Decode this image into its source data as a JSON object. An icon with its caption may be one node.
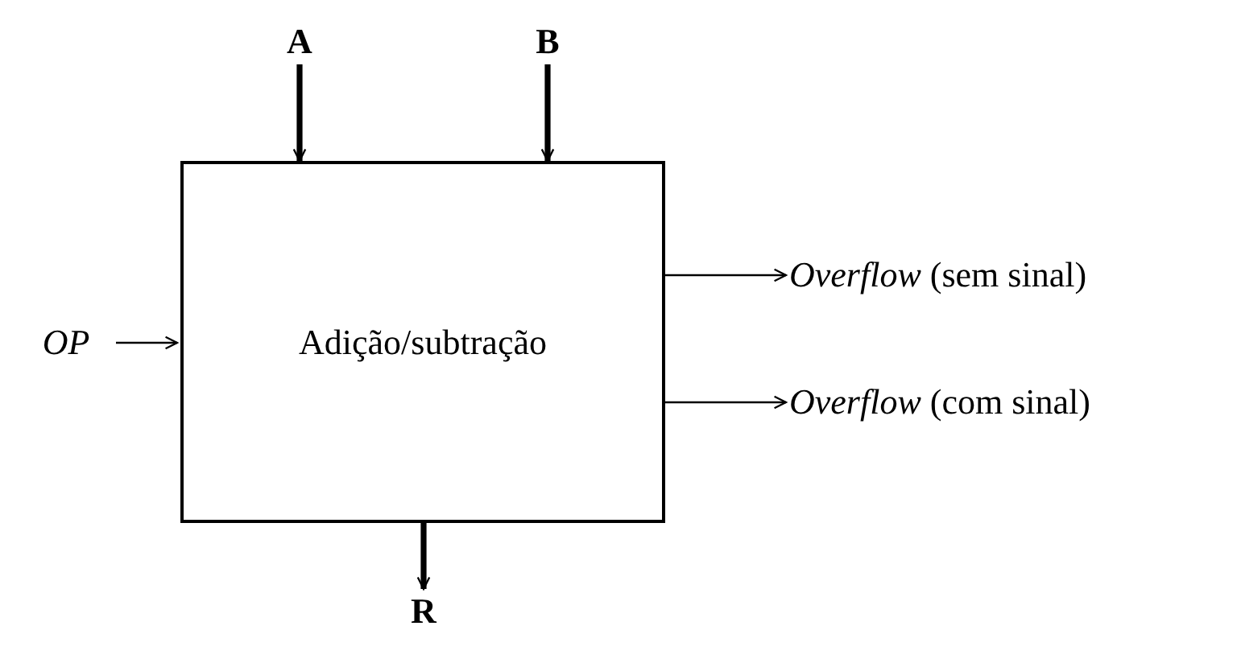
{
  "diagram": {
    "nodes": [
      {
        "text": [
          "A"
        ]
      },
      {
        "text": [
          "B"
        ]
      },
      {
        "text": [
          "Adição/subtração"
        ]
      },
      {
        "text": [
          "OP"
        ]
      },
      {
        "text": [
          "*Overflow* (sem sinal)"
        ]
      },
      {
        "text": [
          "*Overflow* (com sinal)"
        ]
      },
      {
        "text": [
          "R"
        ]
      }
    ],
    "edges": [
      {
        "from": 0,
        "to": 2,
        "arrow": "to",
        "style": "thick"
      },
      {
        "from": 1,
        "to": 2,
        "arrow": "to",
        "style": "thick"
      },
      {
        "from": 3,
        "to": 2,
        "arrow": "to"
      },
      {
        "from": 2,
        "to": 4,
        "arrow": "to"
      },
      {
        "from": 2,
        "to": 5,
        "arrow": "to"
      },
      {
        "from": 2,
        "to": 6,
        "arrow": "to",
        "style": "thick"
      }
    ]
  }
}
